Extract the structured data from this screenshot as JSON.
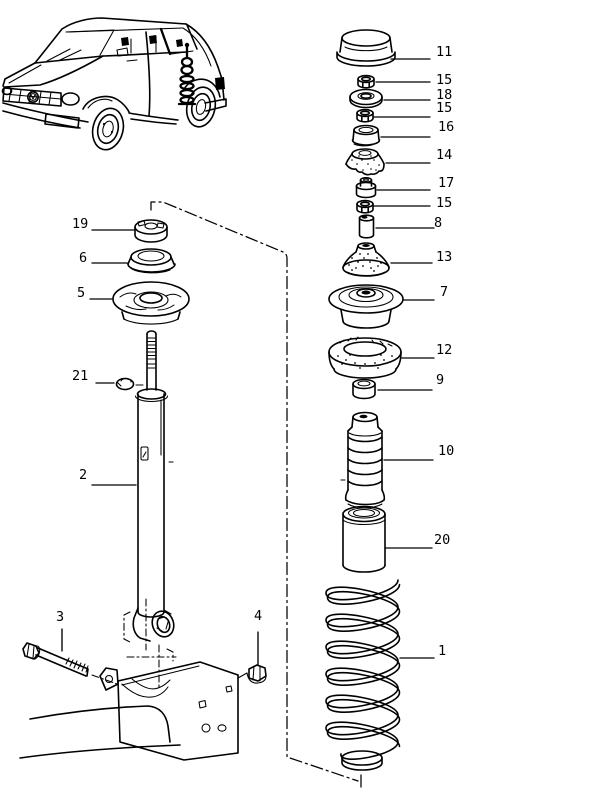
{
  "diagram": {
    "background_color": "#ffffff",
    "ink_color": "#000000",
    "description": "Exploded line-art parts diagram of a hatchback rear suspension strut: car illustration top-left, strut components in two vertical columns with numbered callouts"
  },
  "car": {
    "description": "3-door hatchback line drawing, front-left three-quarter view, rear strut location marked"
  },
  "callouts": [
    {
      "id": "11",
      "label": "11"
    },
    {
      "id": "15-top",
      "label": "15"
    },
    {
      "id": "18",
      "label": "18"
    },
    {
      "id": "15-mid",
      "label": "15"
    },
    {
      "id": "16",
      "label": "16"
    },
    {
      "id": "14",
      "label": "14"
    },
    {
      "id": "17",
      "label": "17"
    },
    {
      "id": "15-lower",
      "label": "15"
    },
    {
      "id": "8",
      "label": "8"
    },
    {
      "id": "13",
      "label": "13"
    },
    {
      "id": "7",
      "label": "7"
    },
    {
      "id": "12",
      "label": "12"
    },
    {
      "id": "9",
      "label": "9"
    },
    {
      "id": "10",
      "label": "10"
    },
    {
      "id": "20",
      "label": "20"
    },
    {
      "id": "1",
      "label": "1"
    },
    {
      "id": "19",
      "label": "19"
    },
    {
      "id": "6",
      "label": "6"
    },
    {
      "id": "5",
      "label": "5"
    },
    {
      "id": "21",
      "label": "21"
    },
    {
      "id": "2",
      "label": "2"
    },
    {
      "id": "3",
      "label": "3"
    },
    {
      "id": "4",
      "label": "4"
    }
  ]
}
